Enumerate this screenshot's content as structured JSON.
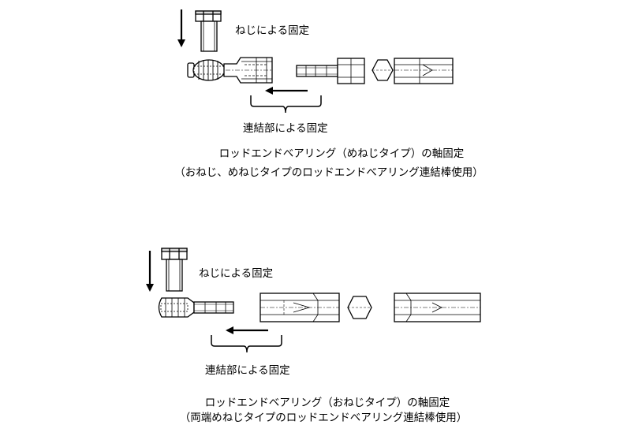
{
  "colors": {
    "line": "#000000",
    "part_fill": "#ffffff",
    "shade": "#cfcfcf",
    "background": "#ffffff"
  },
  "figure_top": {
    "screw_label": "ねじによる固定",
    "coupling_label": "連結部による固定",
    "caption_line1": "ロッドエンドベアリング（めねじタイプ）の軸固定",
    "caption_line2": "（おねじ、めねじタイプのロッドエンドベアリング連結棒使用）"
  },
  "figure_bottom": {
    "screw_label": "ねじによる固定",
    "coupling_label": "連結部による固定",
    "caption_line1": "ロッドエンドベアリング（おねじタイプ）の軸固定",
    "caption_line2": "（両端めねじタイプのロッドエンドベアリング連結棒使用）"
  }
}
